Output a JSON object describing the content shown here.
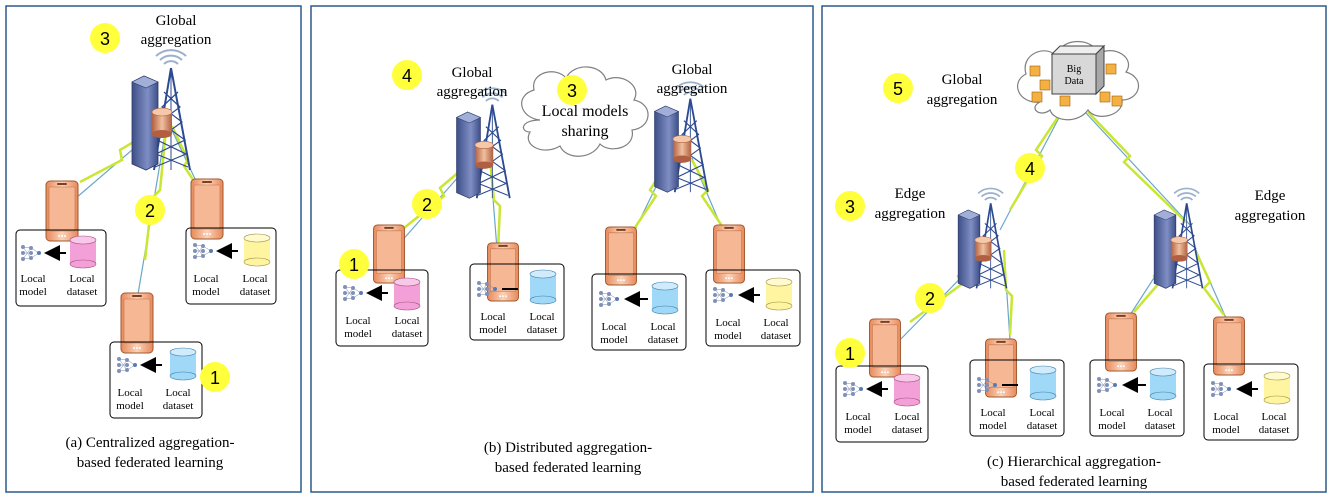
{
  "panels": {
    "a": {
      "caption_line1": "(a) Centralized aggregation-",
      "caption_line2": "based federated learning",
      "global_l1": "Global",
      "global_l2": "aggregation",
      "badges": [
        "3",
        "2",
        "1"
      ]
    },
    "b": {
      "caption_line1": "(b) Distributed aggregation-",
      "caption_line2": "based federated learning",
      "global_left_l1": "Global",
      "global_left_l2": "aggregation",
      "global_right_l1": "Global",
      "global_right_l2": "aggregation",
      "cloud_l1": "Local models",
      "cloud_l2": "sharing",
      "badges": [
        "4",
        "3",
        "2",
        "1"
      ]
    },
    "c": {
      "caption_line1": "(c) Hierarchical aggregation-",
      "caption_line2": "based federated learning",
      "global_l1": "Global",
      "global_l2": "aggregation",
      "edge_left_l1": "Edge",
      "edge_left_l2": "aggregation",
      "edge_right_l1": "Edge",
      "edge_right_l2": "aggregation",
      "bigdata_l1": "Big",
      "bigdata_l2": "Data",
      "badges": [
        "5",
        "4",
        "3",
        "2",
        "1"
      ]
    }
  },
  "device_labels": {
    "model_l1": "Local",
    "model_l2": "model",
    "dataset_l1": "Local",
    "dataset_l2": "dataset"
  },
  "colors": {
    "frame": "#2e5a8c",
    "badge": "#ffff3c",
    "phone": "#f0a478",
    "tower": "#4a6aa8",
    "server": "#5a6aa0",
    "link": "#c8e632",
    "pink_db": "#f4a0d8",
    "blue_db": "#a0d8f8",
    "yellow_db": "#fff4a0"
  }
}
